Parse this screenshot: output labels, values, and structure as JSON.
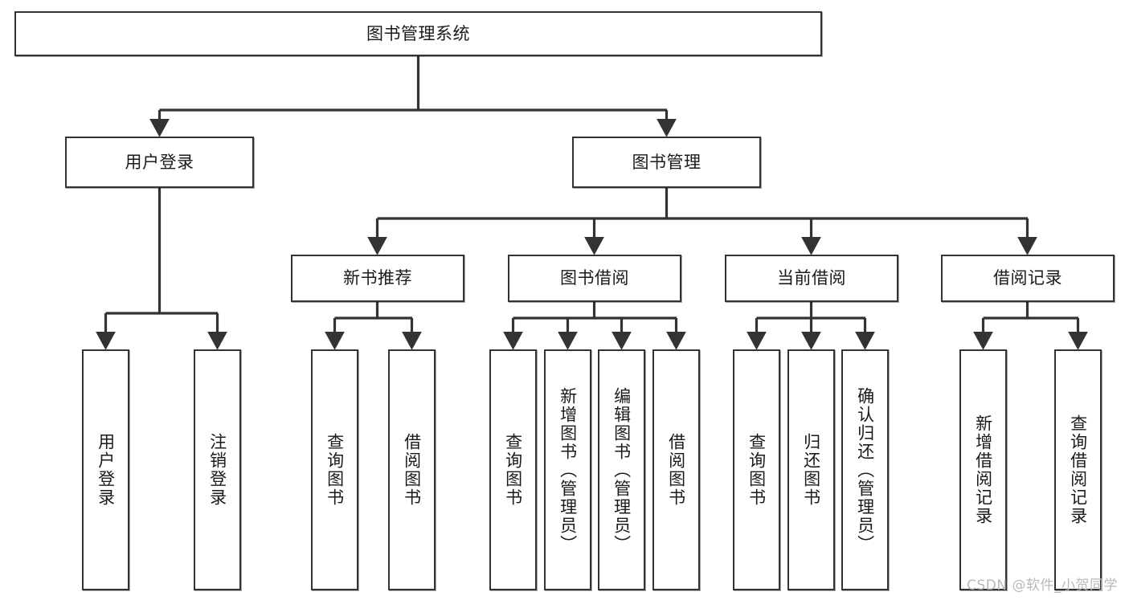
{
  "diagram": {
    "title": "图书管理系统",
    "type": "tree-hierarchy-diagram",
    "root": {
      "id": "root",
      "label": "图书管理系统"
    },
    "level2": [
      {
        "id": "user-login",
        "label": "用户登录"
      },
      {
        "id": "book-manage",
        "label": "图书管理"
      }
    ],
    "level3": [
      {
        "id": "new-book-rec",
        "label": "新书推荐"
      },
      {
        "id": "book-borrow",
        "label": "图书借阅"
      },
      {
        "id": "current-borrow",
        "label": "当前借阅"
      },
      {
        "id": "borrow-record",
        "label": "借阅记录"
      }
    ],
    "leaves": [
      {
        "id": "leaf-user-login",
        "label": "用户登录",
        "parent": "user-login"
      },
      {
        "id": "leaf-logout",
        "label": "注销登录",
        "parent": "user-login"
      },
      {
        "id": "leaf-query-book-1",
        "label": "查询图书",
        "parent": "new-book-rec"
      },
      {
        "id": "leaf-borrow-book-1",
        "label": "借阅图书",
        "parent": "new-book-rec"
      },
      {
        "id": "leaf-query-book-2",
        "label": "查询图书",
        "parent": "book-borrow"
      },
      {
        "id": "leaf-add-book",
        "label": "新增图书（管理员）",
        "parent": "book-borrow"
      },
      {
        "id": "leaf-edit-book",
        "label": "编辑图书（管理员）",
        "parent": "book-borrow"
      },
      {
        "id": "leaf-borrow-book-2",
        "label": "借阅图书",
        "parent": "book-borrow"
      },
      {
        "id": "leaf-query-book-3",
        "label": "查询图书",
        "parent": "current-borrow"
      },
      {
        "id": "leaf-return-book",
        "label": "归还图书",
        "parent": "current-borrow"
      },
      {
        "id": "leaf-confirm-return",
        "label": "确认归还（管理员）",
        "parent": "current-borrow"
      },
      {
        "id": "leaf-add-record",
        "label": "新增借阅记录",
        "parent": "borrow-record"
      },
      {
        "id": "leaf-query-record",
        "label": "查询借阅记录",
        "parent": "borrow-record"
      }
    ],
    "colors": {
      "stroke": "#333333",
      "fill": "#ffffff",
      "text": "#1a1a1a",
      "watermark": "#b9b9b9"
    }
  },
  "watermark": {
    "text": "CSDN @软件_小贺同学"
  }
}
